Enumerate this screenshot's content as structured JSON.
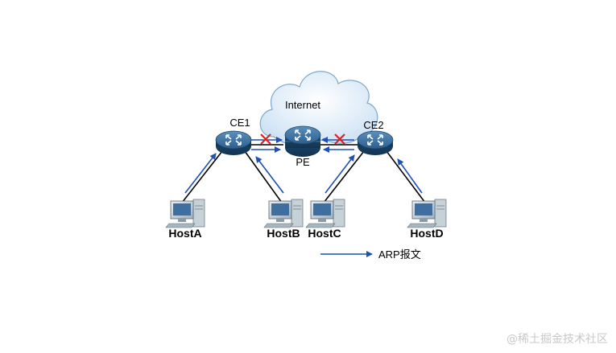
{
  "cloud": {
    "label": "Internet"
  },
  "routers": {
    "ce1": {
      "label": "CE1"
    },
    "ce2": {
      "label": "CE2"
    },
    "pe": {
      "label": "PE"
    }
  },
  "hosts": {
    "a": {
      "label": "HostA"
    },
    "b": {
      "label": "HostB"
    },
    "c": {
      "label": "HostC"
    },
    "d": {
      "label": "HostD"
    }
  },
  "legend": {
    "label": "ARP报文"
  },
  "watermark": "@稀土掘金技术社区",
  "colors": {
    "arrow": "#1f4fb8",
    "cross": "#e02020",
    "link": "#000000",
    "router": "#2a5f8e"
  }
}
